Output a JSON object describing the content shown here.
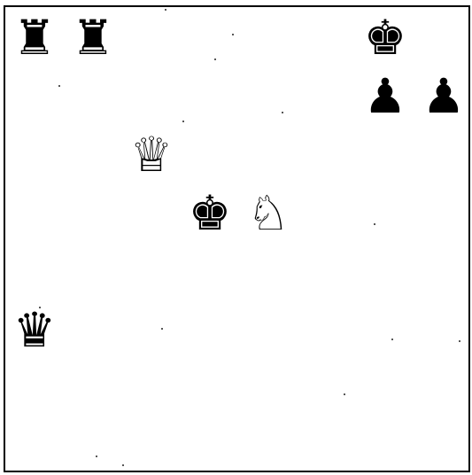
{
  "board": {
    "pieces": [
      {
        "square": "a8",
        "piece": "black-rook",
        "glyph": "♜"
      },
      {
        "square": "b8",
        "piece": "black-rook",
        "glyph": "♜"
      },
      {
        "square": "g8",
        "piece": "black-king",
        "glyph": "♚"
      },
      {
        "square": "g7",
        "piece": "black-pawn",
        "glyph": "♟"
      },
      {
        "square": "h7",
        "piece": "black-pawn",
        "glyph": "♟"
      },
      {
        "square": "c6",
        "piece": "white-queen",
        "glyph": "♕"
      },
      {
        "square": "d5",
        "piece": "black-king",
        "glyph": "♚"
      },
      {
        "square": "e5",
        "piece": "white-knight",
        "glyph": "♘"
      },
      {
        "square": "a3",
        "piece": "black-queen",
        "glyph": "♛"
      }
    ]
  }
}
